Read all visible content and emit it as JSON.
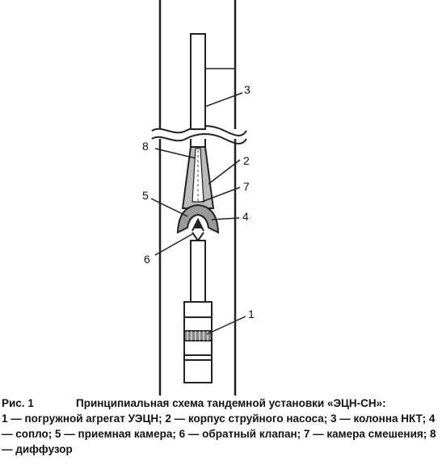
{
  "figure": {
    "callouts": [
      "1",
      "2",
      "3",
      "4",
      "5",
      "6",
      "7",
      "8"
    ],
    "caption": {
      "fig_label": "Рис. 1",
      "title": "Принципиальная схема тандемной установки «ЭЦН-СН»:",
      "legend": "1 — погружной агрегат УЭЦН; 2 — корпус струйного насоса; 3 — колонна НКТ; 4 — сопло; 5 — приемная камера; 6 — обратный клапан; 7 — камера смешения; 8 — диффузор"
    }
  }
}
